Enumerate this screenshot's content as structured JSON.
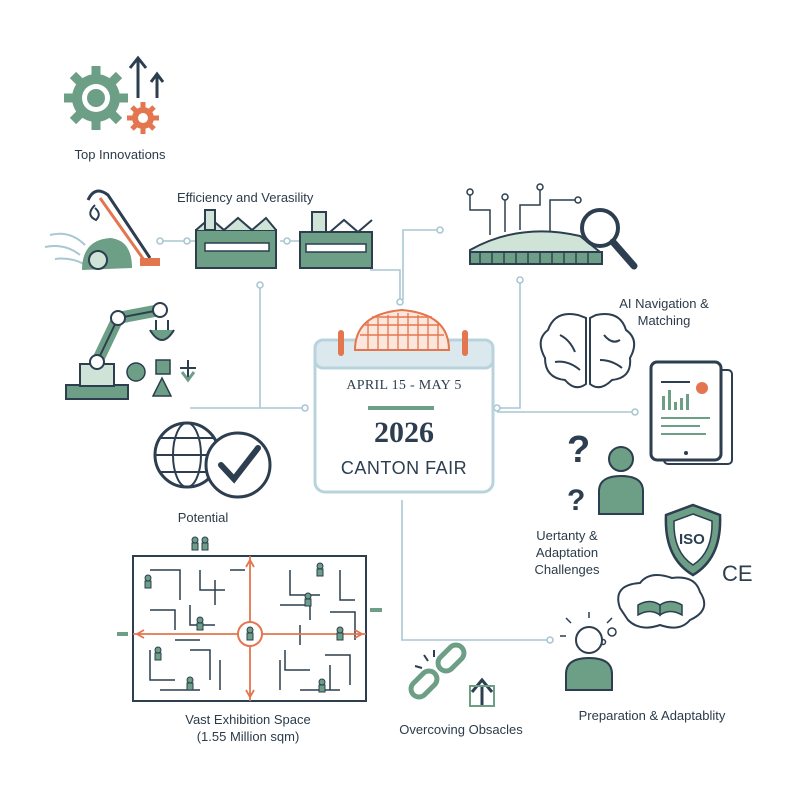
{
  "colors": {
    "green": "#6d9e86",
    "green_light": "#cfe3d7",
    "navy": "#2c3e4f",
    "orange": "#e3764e",
    "line": "#a9c7d3",
    "card_border": "#b9d3dc"
  },
  "center": {
    "date_range": "APRIL 15 - MAY 5",
    "year": "2026",
    "name": "CANTON FAIR"
  },
  "labels": {
    "top_innovations": "Top Innovations",
    "efficiency": "Efficiency and Verasility",
    "ai_navigation_1": "AI Navigation &",
    "ai_navigation_2": "Matching",
    "potential": "Potential",
    "uncertainty_1": "Uertanty &",
    "uncertainty_2": "Adaptation",
    "uncertainty_3": "Challenges",
    "vast_space_1": "Vast Exhibition Space",
    "vast_space_2": "(1.55 Million sqm)",
    "overcoming": "Overcoving Obsacles",
    "preparation": "Preparation & Adaptablity"
  },
  "badges": {
    "iso": "ISO",
    "ce": "CE"
  },
  "icons": [
    "gears-arrows-icon",
    "vacuum-cleaner-icon",
    "factory-icon",
    "exhibition-hall-search-icon",
    "brain-icon",
    "tablet-report-icon",
    "robot-arm-icon",
    "globe-check-icon",
    "question-person-icon",
    "iso-shield-icon",
    "ce-mark-icon",
    "maze-floorplan-icon",
    "broken-chain-icon",
    "thinking-person-icon",
    "stadium-calendar-icon"
  ]
}
